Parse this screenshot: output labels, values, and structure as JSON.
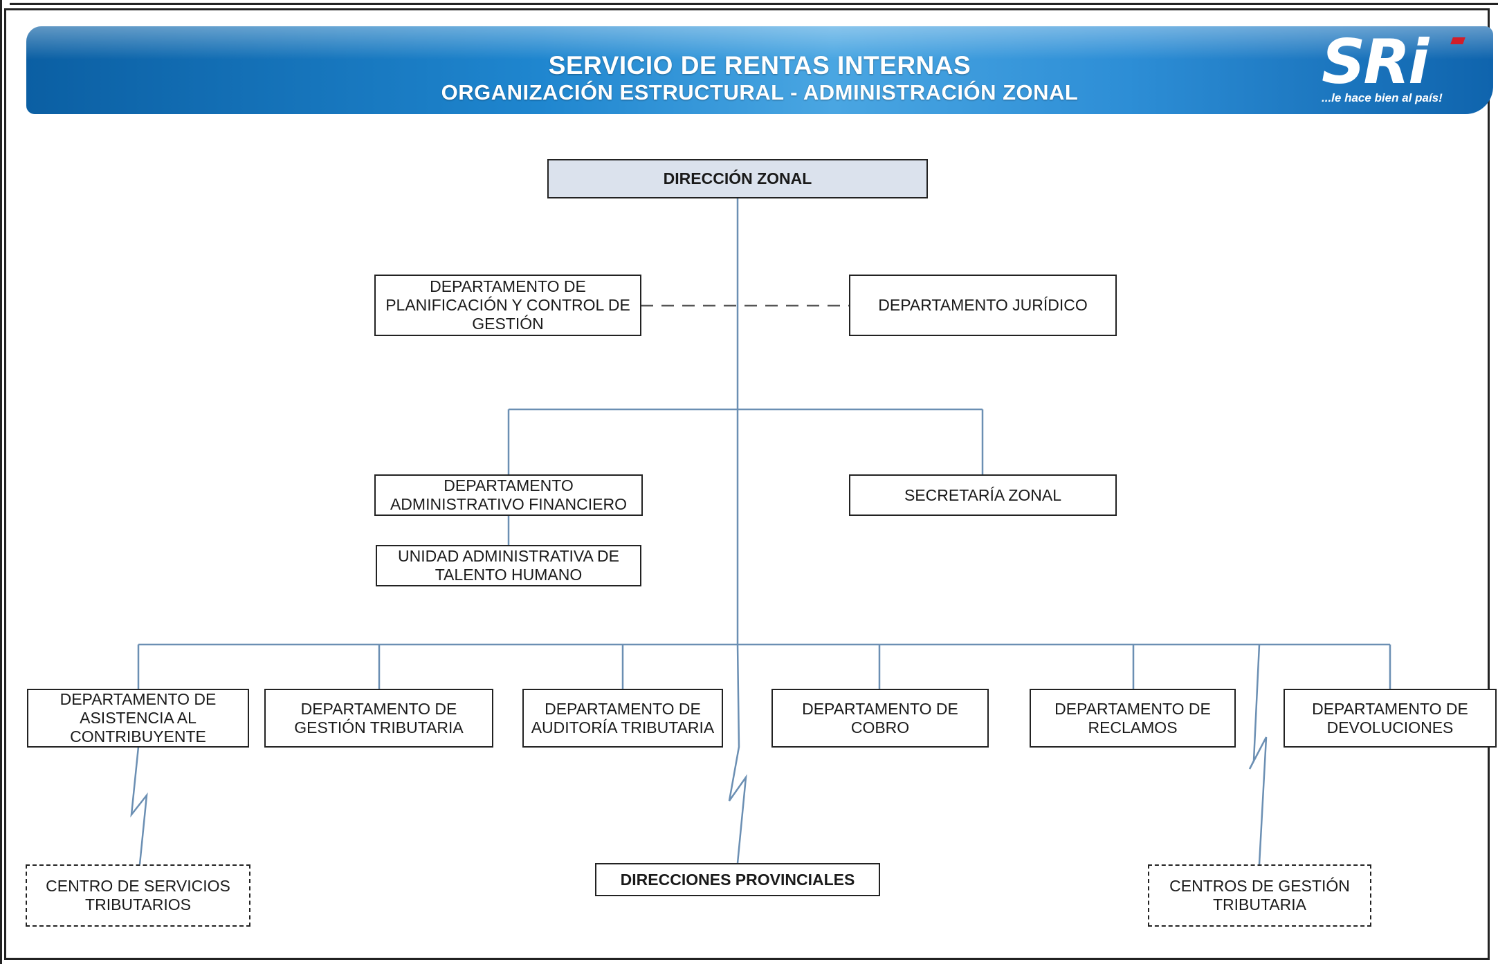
{
  "header": {
    "title": "SERVICIO DE RENTAS INTERNAS",
    "subtitle": "ORGANIZACIÓN ESTRUCTURAL - ADMINISTRACIÓN ZONAL",
    "logo_text": "SRi",
    "logo_tagline": "...le hace bien al país!"
  },
  "org": {
    "root": "DIRECCIÓN ZONAL",
    "advisory_left": "DEPARTAMENTO DE PLANIFICACIÓN Y CONTROL DE GESTIÓN",
    "advisory_right": "DEPARTAMENTO JURÍDICO",
    "support_left": "DEPARTAMENTO ADMINISTRATIVO FINANCIERO",
    "support_left_child": "UNIDAD ADMINISTRATIVA DE TALENTO HUMANO",
    "support_right": "SECRETARÍA ZONAL",
    "operational": [
      "DEPARTAMENTO DE ASISTENCIA AL CONTRIBUYENTE",
      "DEPARTAMENTO DE GESTIÓN TRIBUTARIA",
      "DEPARTAMENTO DE AUDITORÍA TRIBUTARIA",
      "DEPARTAMENTO DE COBRO",
      "DEPARTAMENTO DE RECLAMOS",
      "DEPARTAMENTO DE DEVOLUCIONES"
    ],
    "remote_left": "CENTRO DE SERVICIOS TRIBUTARIOS",
    "remote_center": "DIRECCIONES PROVINCIALES",
    "remote_right": "CENTROS DE GESTIÓN TRIBUTARIA"
  },
  "colors": {
    "connector": "#6b8fb3",
    "head_fill": "#dbe2ed",
    "banner_blue": "#1f86cf"
  }
}
